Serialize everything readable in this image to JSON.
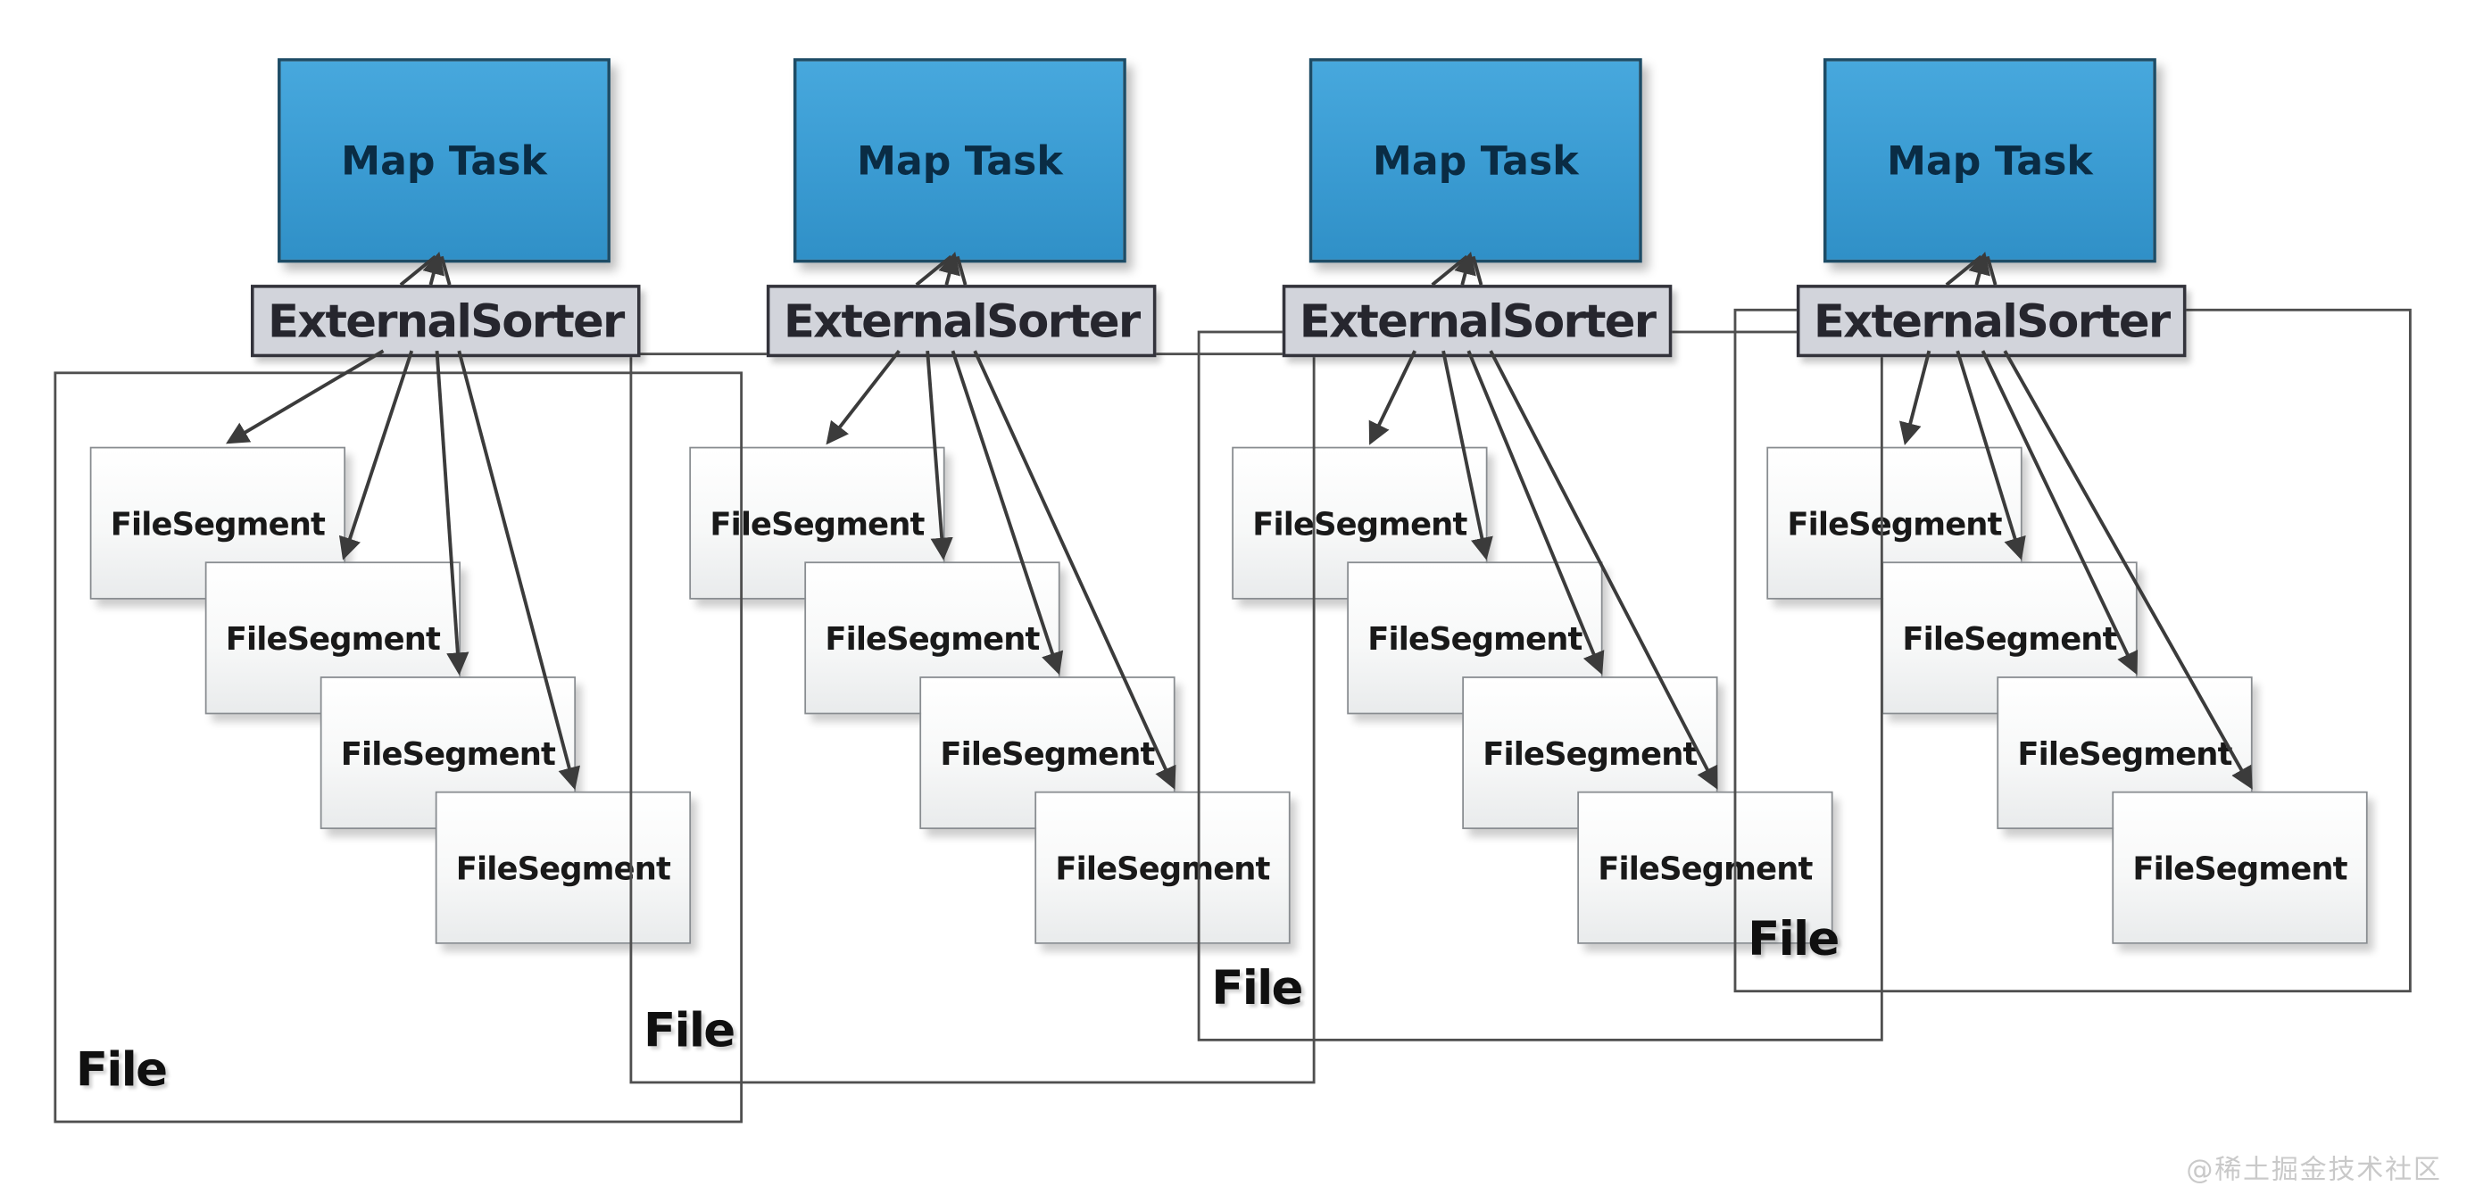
{
  "diagram": {
    "columns": [
      {
        "map_task": "Map Task",
        "sorter": "ExternalSorter",
        "segments": [
          "FileSegment",
          "FileSegment",
          "FileSegment",
          "FileSegment"
        ],
        "file": "File"
      },
      {
        "map_task": "Map Task",
        "sorter": "ExternalSorter",
        "segments": [
          "FileSegment",
          "FileSegment",
          "FileSegment",
          "FileSegment"
        ],
        "file": "File"
      },
      {
        "map_task": "Map Task",
        "sorter": "ExternalSorter",
        "segments": [
          "FileSegment",
          "FileSegment",
          "FileSegment",
          "FileSegment"
        ],
        "file": "File"
      },
      {
        "map_task": "Map Task",
        "sorter": "ExternalSorter",
        "segments": [
          "FileSegment",
          "FileSegment",
          "FileSegment",
          "FileSegment"
        ],
        "file": "File"
      }
    ],
    "colors": {
      "map_task_fill": "#3a9bd2",
      "map_task_border": "#1d4c66",
      "map_task_text": "#0a2c44",
      "sorter_fill": "#d2d4db",
      "sorter_border": "#33333b",
      "segment_fill": "#f7f8f8",
      "segment_border": "#888c90",
      "container_border": "#4f4f4f",
      "arrow": "#3b3b3b",
      "background": "#ffffff"
    }
  },
  "watermark": "@稀土掘金技术社区"
}
